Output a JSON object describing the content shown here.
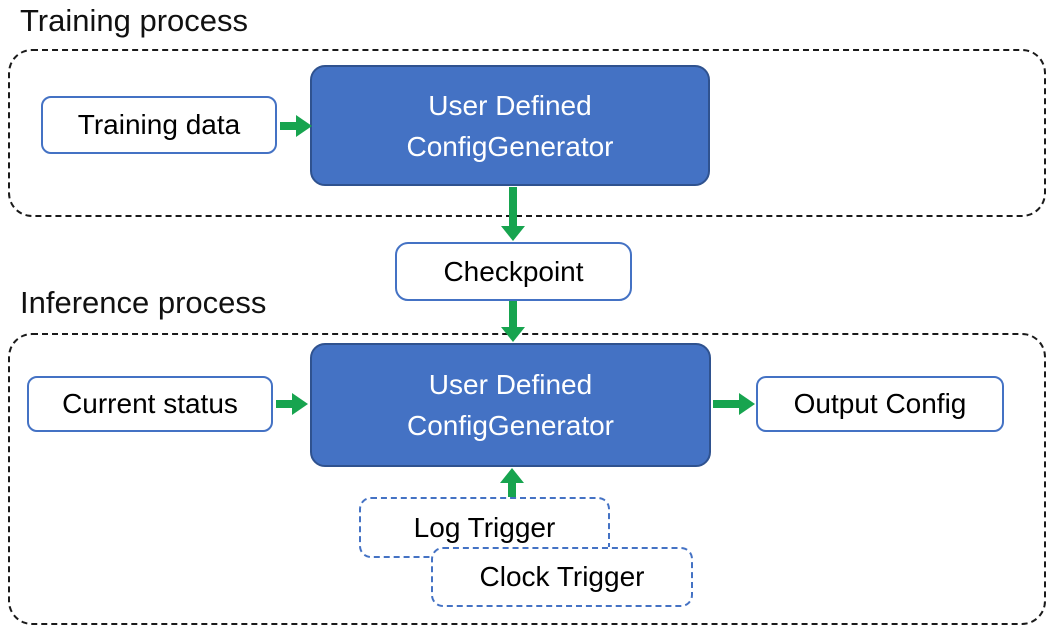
{
  "diagram": {
    "training": {
      "section_label": "Training process",
      "training_data_label": "Training data",
      "generator_line1": "User Defined",
      "generator_line2": "ConfigGenerator"
    },
    "checkpoint_label": "Checkpoint",
    "inference": {
      "section_label": "Inference process",
      "current_status_label": "Current status",
      "generator_line1": "User Defined",
      "generator_line2": "ConfigGenerator",
      "output_config_label": "Output Config",
      "log_trigger_label": "Log Trigger",
      "clock_trigger_label": "Clock Trigger"
    },
    "colors": {
      "node_fill_blue": "#4472C4",
      "node_border_dark_blue": "#2F528F",
      "node_outline_blue": "#4472C4",
      "arrow_green": "#17A44F",
      "container_dash_black": "#1a1a1a",
      "text_dark": "#111111",
      "text_on_blue": "#ffffff"
    }
  }
}
